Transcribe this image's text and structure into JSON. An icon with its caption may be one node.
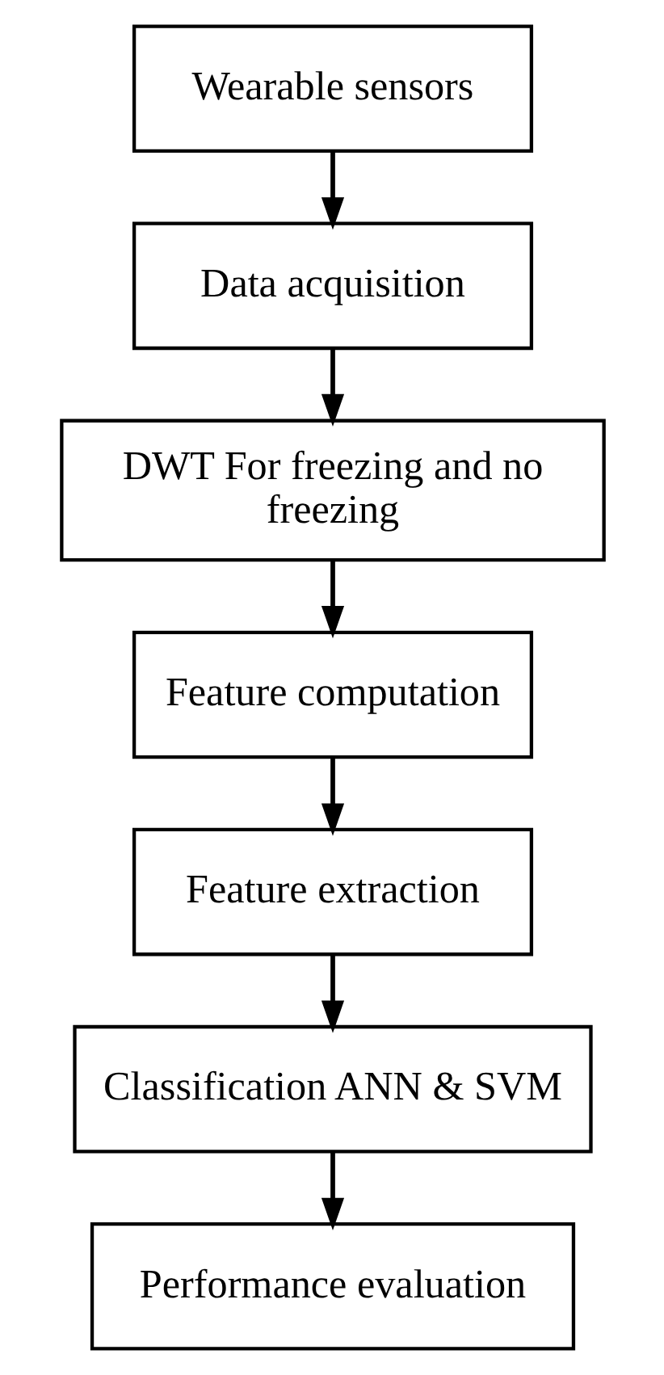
{
  "diagram": {
    "nodes": [
      {
        "text": [
          "Wearable sensors"
        ]
      },
      {
        "text": [
          "Data acquisition"
        ]
      },
      {
        "text": [
          "DWT For freezing and no freezing"
        ]
      },
      {
        "text": [
          "Feature computation"
        ]
      },
      {
        "text": [
          "Feature extraction"
        ]
      },
      {
        "text": [
          "Classification ANN & SVM"
        ]
      },
      {
        "text": [
          "Performance evaluation"
        ]
      }
    ],
    "edges": [
      {
        "from": 0,
        "to": 1,
        "arrow": "to"
      },
      {
        "from": 1,
        "to": 2,
        "arrow": "to"
      },
      {
        "from": 2,
        "to": 3,
        "arrow": "to"
      },
      {
        "from": 3,
        "to": 4,
        "arrow": "to"
      },
      {
        "from": 4,
        "to": 5,
        "arrow": "to"
      },
      {
        "from": 5,
        "to": 6,
        "arrow": "to"
      }
    ]
  }
}
